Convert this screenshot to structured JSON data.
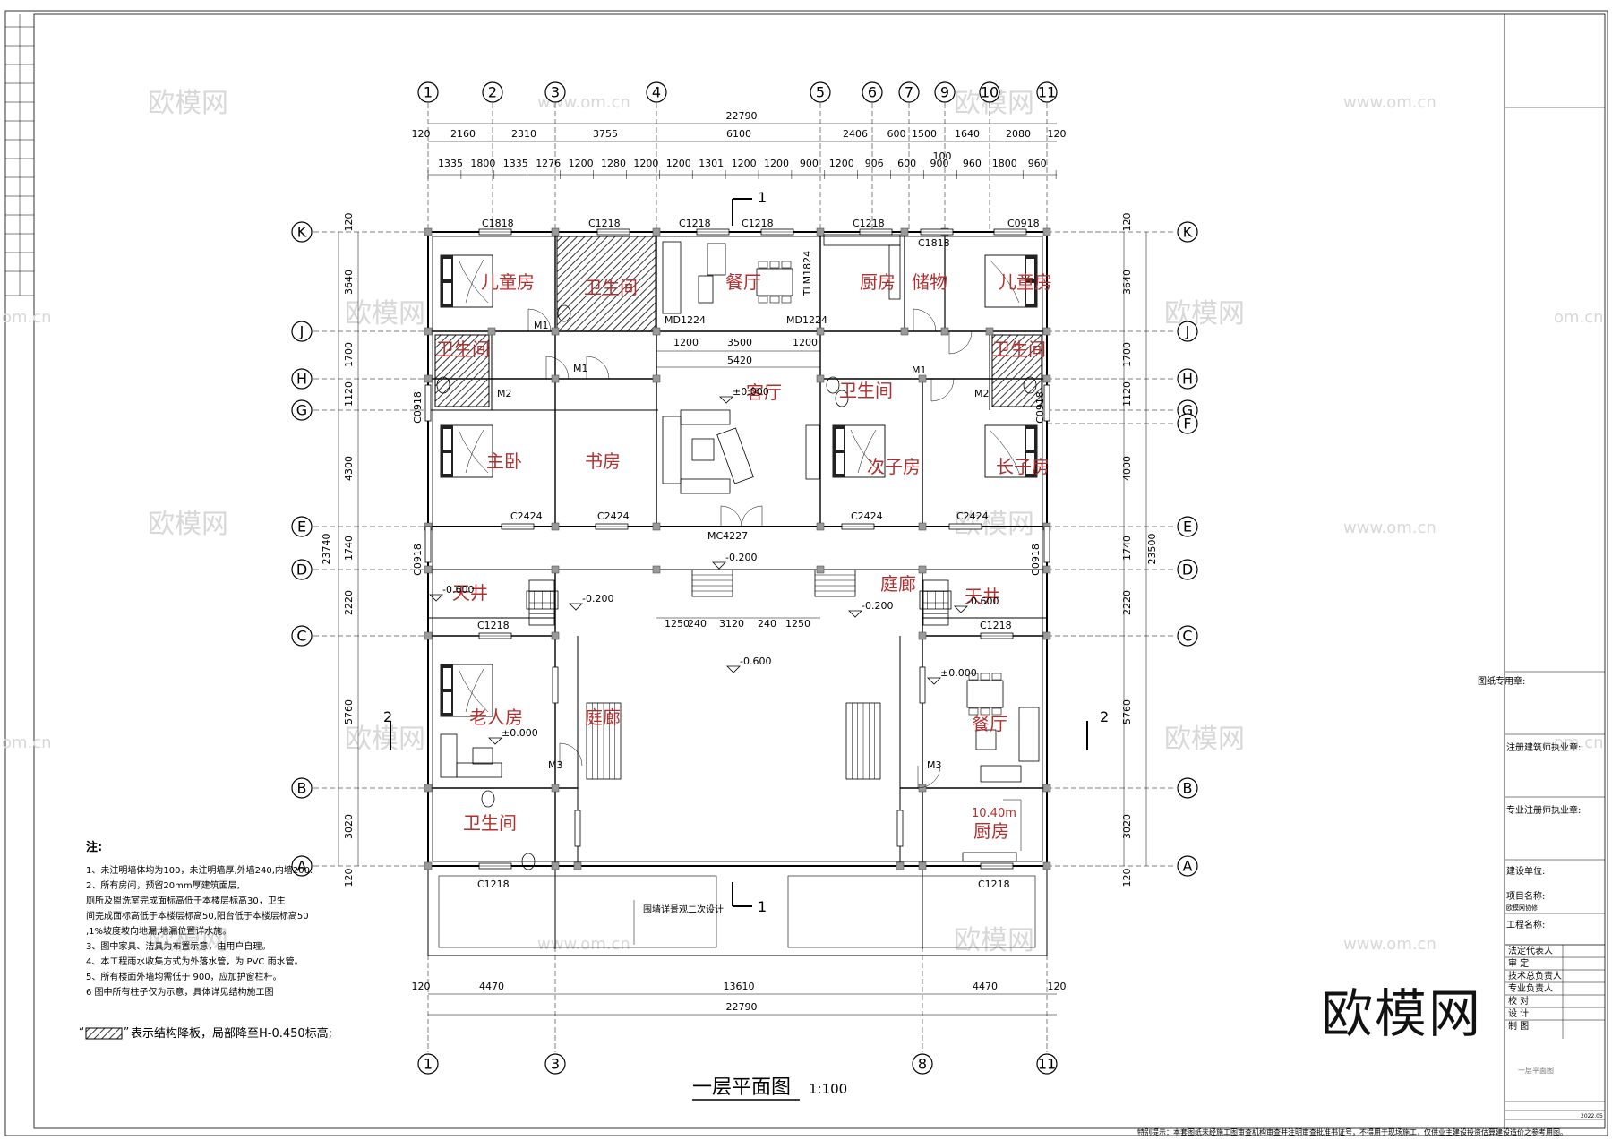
{
  "drawing": {
    "title": "一层平面图",
    "scale": "1:100"
  },
  "axes": {
    "top": [
      "1",
      "2",
      "3",
      "4",
      "5",
      "6",
      "7",
      "9",
      "10",
      "11"
    ],
    "bottom": [
      "1",
      "3",
      "8",
      "11"
    ],
    "left": [
      "K",
      "J",
      "H",
      "G",
      "E",
      "D",
      "C",
      "B",
      "A"
    ],
    "right": [
      "K",
      "J",
      "H",
      "G",
      "F",
      "E",
      "D",
      "C",
      "B",
      "A"
    ]
  },
  "dimensions": {
    "top_total": "22790",
    "top_row2": [
      "120",
      "2160",
      "2310",
      "3755",
      "6100",
      "2406",
      "600",
      "1500",
      "1640",
      "2080",
      "120"
    ],
    "top_row3": [
      "1335",
      "1800",
      "1335",
      "1276",
      "1200",
      "1280",
      "1200",
      "1200",
      "1301",
      "1200",
      "1200",
      "900",
      "1200",
      "906",
      "600",
      "900",
      "960",
      "1800",
      "960"
    ],
    "top_extra": "100",
    "bottom_row1": [
      "120",
      "4470",
      "13610",
      "4470",
      "120"
    ],
    "bottom_total": "22790",
    "left_total": "23740",
    "left_segments": [
      "120",
      "3640",
      "1700",
      "1120",
      "4300",
      "1740",
      "2220",
      "5760",
      "3020",
      "120"
    ],
    "right_total": "23500",
    "right_segments": [
      "120",
      "3640",
      "1700",
      "1120",
      "4000",
      "1740",
      "2220",
      "5760",
      "3020",
      "120"
    ],
    "mid_row": [
      "1200",
      "3500",
      "1200",
      "5420"
    ],
    "hall_row": [
      "1250",
      "240",
      "3120",
      "240",
      "1250"
    ]
  },
  "rooms": [
    {
      "label": "儿童房"
    },
    {
      "label": "卫生间"
    },
    {
      "label": "餐厅"
    },
    {
      "label": "厨房"
    },
    {
      "label": "储物"
    },
    {
      "label": "儿童房"
    },
    {
      "label": "卫生间"
    },
    {
      "label": "客厅"
    },
    {
      "label": "卫生间"
    },
    {
      "label": "卫生间"
    },
    {
      "label": "主卧"
    },
    {
      "label": "书房"
    },
    {
      "label": "次子房"
    },
    {
      "label": "长子房"
    },
    {
      "label": "天井"
    },
    {
      "label": "庭廊"
    },
    {
      "label": "天井"
    },
    {
      "label": "老人房"
    },
    {
      "label": "庭廊"
    },
    {
      "label": "餐厅"
    },
    {
      "label": "卫生间"
    },
    {
      "label": "厨房"
    }
  ],
  "openings": [
    "C1818",
    "C1218",
    "C1218",
    "C1218",
    "C1218",
    "C1818",
    "C0918",
    "MD1224",
    "MD1224",
    "TLM1824",
    "C2424",
    "C2424",
    "C2424",
    "C2424",
    "MC4227",
    "C1218",
    "C1218",
    "C1218",
    "C1218",
    "C0918",
    "C0918",
    "C0918",
    "C0918",
    "M1",
    "M1",
    "M1",
    "M2",
    "M2",
    "M3",
    "M3"
  ],
  "levels": [
    "±0.000",
    "-0.200",
    "-0.600",
    "-0.200",
    "-0.600",
    "-0.200",
    "-0.600",
    "±0.000",
    "±0.000"
  ],
  "area_tag": "10.40m",
  "annotation_court": "围墙详景观二次设计",
  "notes": {
    "heading": "注:",
    "lines": [
      "1、未注明墙体均为100，未注明墙厚,外墙240,内墙200.",
      "2、所有房间，预留20mm厚建筑面层,",
      "厕所及盥洗室完成面标高低于本楼层标高30，卫生",
      "间完成面标高低于本楼层标高50,阳台低于本楼层标高50",
      ",1%坡度坡向地漏,地漏位置详水施。",
      "3、图中家具、洁具为布置示意，由用户自理。",
      "4、本工程雨水收集方式为外落水管，为 PVC 雨水管。",
      "5、所有楼面外墙均需低于 900，应加护窗栏杆。",
      "6 图中所有柱子仅为示意，具体详见结构施工图"
    ],
    "legend": "表示结构降板，局部降至H-0.450标高;"
  },
  "title_block": {
    "stamp": "图纸专用章:",
    "architect": "注册建筑师执业章:",
    "engineer": "专业注册师执业章:",
    "client": "建设单位:",
    "project": "项目名称:",
    "project_sub": "欧模网协修",
    "eng": "工程名称:",
    "drawing_name": "一层平面图",
    "roles": [
      "法定代表人",
      "审  定",
      "技术总负责人",
      "专业负责人",
      "校  对",
      "设  计",
      "制  图"
    ],
    "footer": "特别提示：本套图纸未经施工图审查机构审查并注明审查批准书证号，不得用于现场施工，仅供业主建设投资估算建设造价之参考用图。",
    "date": "2022.05"
  },
  "watermark": {
    "brand": "欧模网",
    "domain": "www.om.cn",
    "short": "om.cn"
  }
}
